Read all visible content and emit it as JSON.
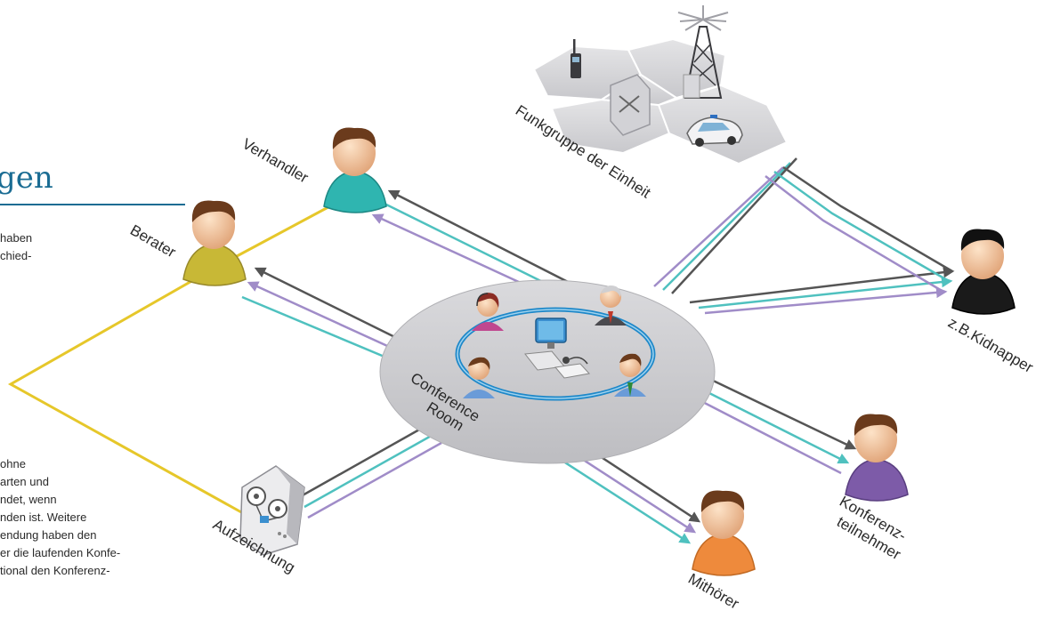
{
  "side_text": {
    "heading": "gen",
    "intro_lines": [
      "haben",
      "chied-"
    ],
    "body_lines": [
      "ohne",
      "arten und",
      "ndet, wenn",
      "nden ist. Weitere",
      "endung haben den",
      "er die laufenden Konfe-",
      "tional den Konferenz-"
    ]
  },
  "diagram": {
    "conference_room_label": [
      "Conference",
      "Room"
    ],
    "radio_group_label": "Funkgruppe der Einheit",
    "participants": {
      "negotiator": "Verhandler",
      "advisor": "Berater",
      "kidnapper": "z.B.Kidnapper",
      "conference_participants": [
        "Konferenz-",
        "teilnehmer"
      ],
      "listener": "Mithörer",
      "recording": "Aufzeichnung"
    }
  },
  "colors": {
    "accent_blue": "#1a6c93",
    "line_gray": "#555555",
    "line_purple": "#a08cc8",
    "line_teal": "#4fc1bf",
    "line_yellow": "#e6c72a",
    "room_gray": "#cfcfd2",
    "ring_blue": "#1e88c9",
    "negotiator_shirt": "#2fb5b0",
    "advisor_shirt": "#c8b836",
    "kidnapper_shirt": "#1a1a1a",
    "participant_shirt": "#7d5ba8",
    "listener_shirt": "#ee8a3c"
  },
  "icons": [
    "walkie-talkie-icon",
    "radio-tower-icon",
    "network-switch-icon",
    "police-car-icon",
    "computer-icon",
    "reel-recorder-icon",
    "headset-icon",
    "person-icon"
  ]
}
